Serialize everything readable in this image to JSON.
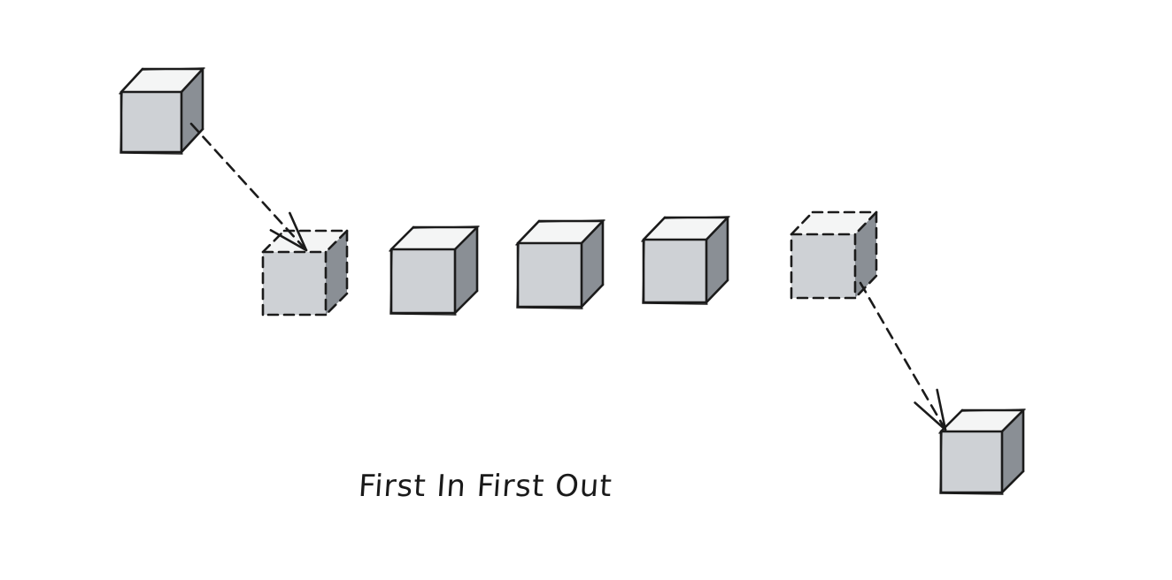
{
  "caption": "First In First Out",
  "colors": {
    "front": "#ced1d5",
    "top": "#f4f5f5",
    "side": "#8a8f95",
    "ink": "#1b1b1b"
  },
  "diagram": {
    "cubes": [
      {
        "name": "incoming-cube",
        "style": "solid"
      },
      {
        "name": "queue-slot-enqueue-cube",
        "style": "dashed"
      },
      {
        "name": "queue-cube-1",
        "style": "solid"
      },
      {
        "name": "queue-cube-2",
        "style": "solid"
      },
      {
        "name": "queue-cube-3",
        "style": "solid"
      },
      {
        "name": "queue-slot-dequeue-cube",
        "style": "dashed"
      },
      {
        "name": "outgoing-cube",
        "style": "solid"
      }
    ],
    "arrows": [
      {
        "name": "enqueue-arrow",
        "from": "incoming-cube",
        "to": "queue-slot-enqueue-cube"
      },
      {
        "name": "dequeue-arrow",
        "from": "queue-slot-dequeue-cube",
        "to": "outgoing-cube"
      }
    ]
  }
}
